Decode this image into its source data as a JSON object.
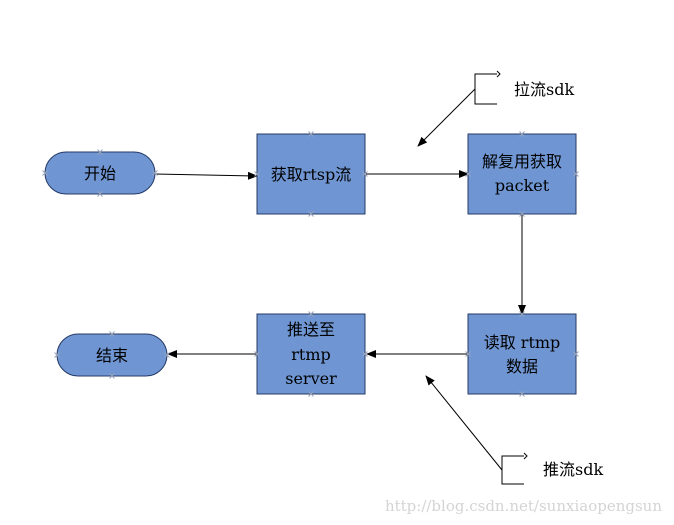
{
  "colors": {
    "node_fill": "#6f96d3",
    "node_stroke": "#243a66",
    "line": "#000000",
    "handle": "#9aa6bd",
    "watermark": "#d4d4d4"
  },
  "nodes": {
    "start": {
      "label": "开始"
    },
    "get_rtsp": {
      "label": "获取rtsp流"
    },
    "demux": {
      "lines": [
        "解复用获取",
        "packet"
      ]
    },
    "read_rtmp": {
      "lines": [
        "读取 rtmp",
        "数据"
      ]
    },
    "push": {
      "lines": [
        "推送至",
        "rtmp",
        "server"
      ]
    },
    "end": {
      "label": "结束"
    }
  },
  "callouts": {
    "pull": {
      "label": "拉流sdk"
    },
    "push": {
      "label": "推流sdk"
    }
  },
  "watermark": "http://blog.csdn.net/sunxiaopengsun"
}
